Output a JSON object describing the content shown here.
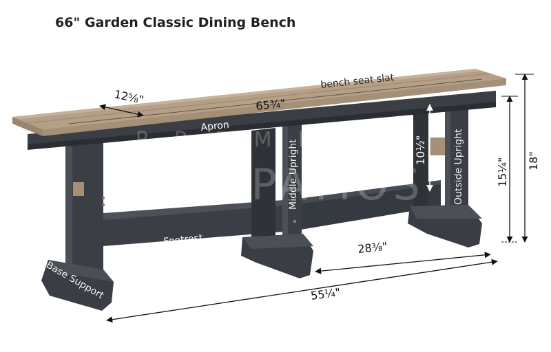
{
  "title": "66\" Garden Classic Dining Bench",
  "watermark": {
    "line1": "PREMIUM",
    "line2": "POLY PATIOS"
  },
  "colors": {
    "seat_top": "#b59f86",
    "seat_top_light": "#c6b29b",
    "seat_edge": "#9a8670",
    "frame": "#3b3f45",
    "frame_dark": "#2a2d32",
    "frame_light": "#4b5058",
    "accent": "#a68f74"
  },
  "parts": {
    "bench_seat_slat": "bench seat slat",
    "apron": "Apron",
    "middle_upright": "Middle Upright",
    "outside_upright": "Outside Upright",
    "footrest": "Footrest",
    "base_support": "Base Support"
  },
  "dimensions": {
    "seat_depth": "12⅝\"",
    "seat_length": "65¾\"",
    "upright_gap": "10½\"",
    "seat_height": "15¼\"",
    "overall_height": "18\"",
    "footrest_span": "28⅜\"",
    "base_length": "55¼\""
  }
}
